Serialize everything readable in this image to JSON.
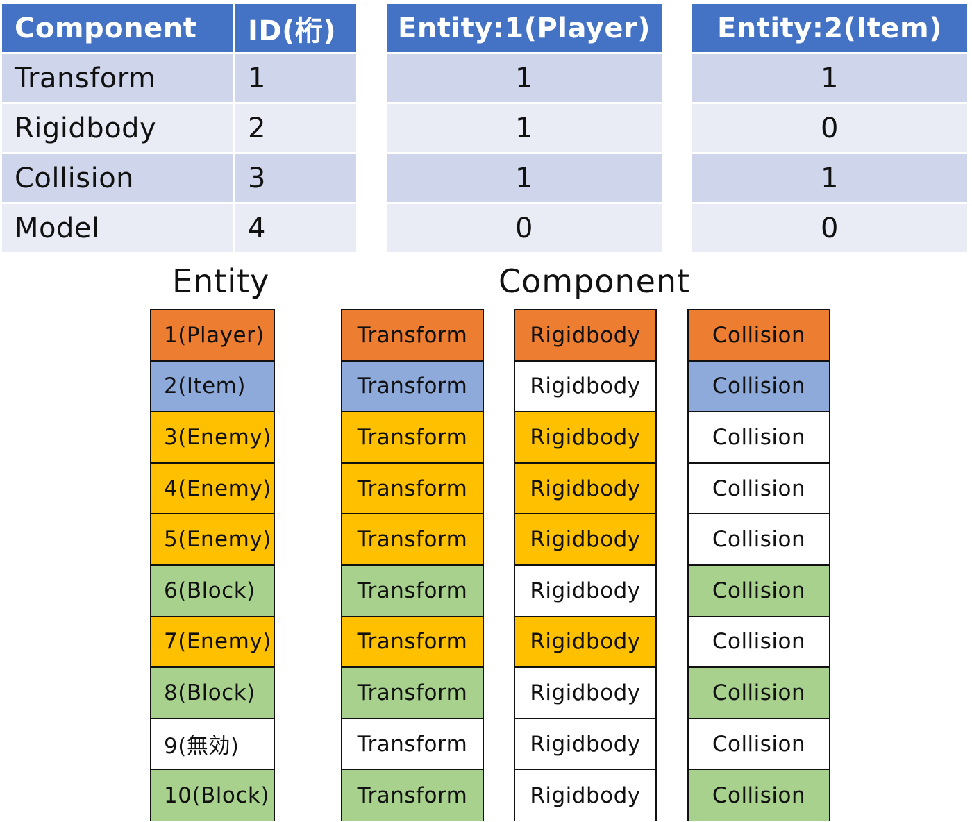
{
  "colors": {
    "header_blue": "#4472c4",
    "row_dark": "#cfd5ea",
    "row_light": "#e9ebf5",
    "player": "#ed7d31",
    "item": "#8eaadb",
    "enemy": "#ffc000",
    "block": "#a9d18e",
    "none": "#ffffff"
  },
  "table_main": {
    "headers": [
      "Component",
      "ID(桁)"
    ],
    "rows": [
      [
        "Transform",
        "1"
      ],
      [
        "Rigidbody",
        "2"
      ],
      [
        "Collision",
        "3"
      ],
      [
        "Model",
        "4"
      ]
    ]
  },
  "table_e1": {
    "header": "Entity:1(Player)",
    "values": [
      "1",
      "1",
      "1",
      "0"
    ]
  },
  "table_e2": {
    "header": "Entity:2(Item)",
    "values": [
      "1",
      "0",
      "1",
      "0"
    ]
  },
  "entity_title": "Entity",
  "component_title": "Component",
  "entities": [
    {
      "label": "1(Player)",
      "color": "#ed7d31"
    },
    {
      "label": "2(Item)",
      "color": "#8eaadb"
    },
    {
      "label": "3(Enemy)",
      "color": "#ffc000"
    },
    {
      "label": "4(Enemy)",
      "color": "#ffc000"
    },
    {
      "label": "5(Enemy)",
      "color": "#ffc000"
    },
    {
      "label": "6(Block)",
      "color": "#a9d18e"
    },
    {
      "label": "7(Enemy)",
      "color": "#ffc000"
    },
    {
      "label": "8(Block)",
      "color": "#a9d18e"
    },
    {
      "label": "9(無効)",
      "color": "#ffffff"
    },
    {
      "label": "10(Block)",
      "color": "#a9d18e"
    }
  ],
  "transform": {
    "label": "Transform",
    "colors": [
      "#ed7d31",
      "#8eaadb",
      "#ffc000",
      "#ffc000",
      "#ffc000",
      "#a9d18e",
      "#ffc000",
      "#a9d18e",
      "#ffffff",
      "#a9d18e"
    ]
  },
  "rigidbody": {
    "label": "Rigidbody",
    "colors": [
      "#ed7d31",
      "#ffffff",
      "#ffc000",
      "#ffc000",
      "#ffc000",
      "#ffffff",
      "#ffc000",
      "#ffffff",
      "#ffffff",
      "#ffffff"
    ]
  },
  "collision": {
    "label": "Collision",
    "colors": [
      "#ed7d31",
      "#8eaadb",
      "#ffffff",
      "#ffffff",
      "#ffffff",
      "#a9d18e",
      "#ffffff",
      "#a9d18e",
      "#ffffff",
      "#a9d18e"
    ]
  }
}
